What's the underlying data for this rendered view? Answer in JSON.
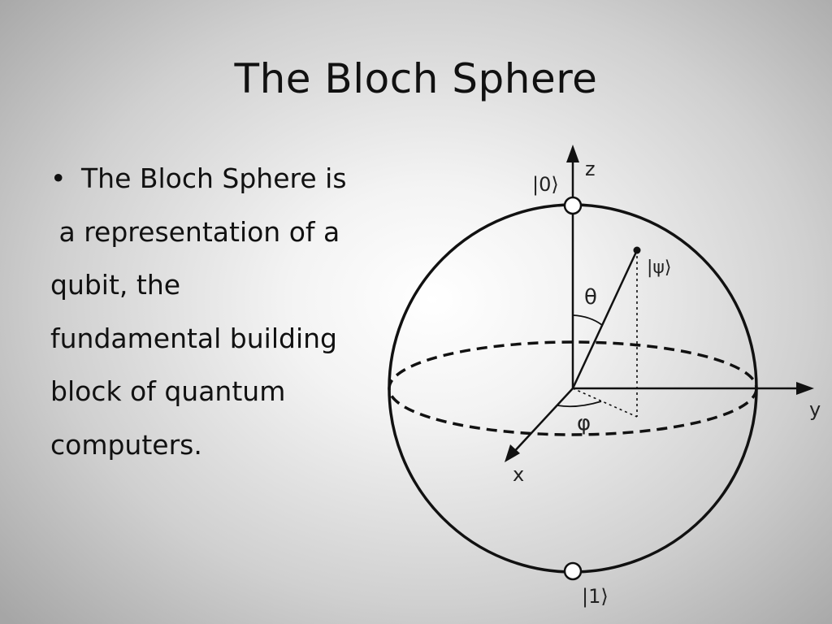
{
  "slide": {
    "title": "The Bloch Sphere",
    "bullet": {
      "marker": "•",
      "lines": [
        "The Bloch Sphere is",
        " a representation of a",
        "qubit, the",
        "fundamental building",
        "block of quantum",
        "computers."
      ]
    }
  },
  "diagram": {
    "labels": {
      "z_axis": "z",
      "y_axis": "y",
      "x_axis": "x",
      "ket_zero": "|0⟩",
      "ket_one": "|1⟩",
      "ket_psi": "|ψ⟩",
      "theta": "θ",
      "phi": "φ"
    },
    "colors": {
      "line": "#111111",
      "node_fill": "#ffffff"
    }
  }
}
